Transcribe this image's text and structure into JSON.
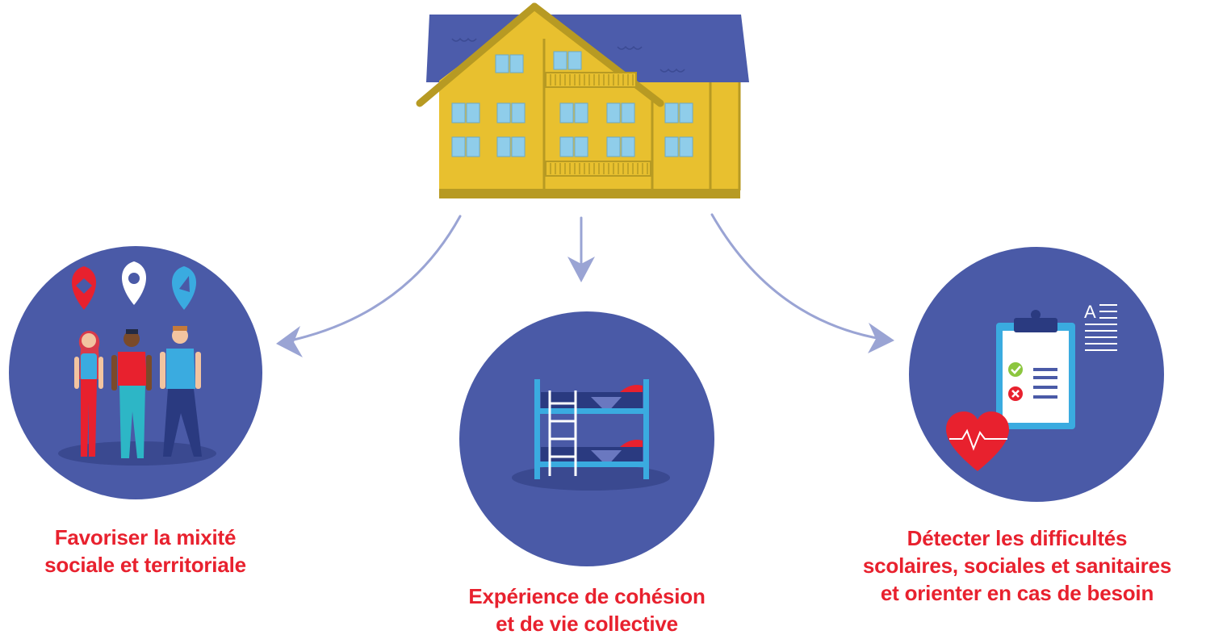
{
  "colors": {
    "accent_red": "#e8212e",
    "circle_blue": "#4a5aa7",
    "arrow_blue": "#9aa4d4",
    "house_yellow": "#e8c02f",
    "house_trim": "#b79a23",
    "roof_blue": "#4c5cab",
    "window_blue": "#8fcdea",
    "light_blue": "#3aabe0"
  },
  "icons": {
    "building": "house-icon",
    "people": "people-walking-icon",
    "location_pins": "map-pin-icon",
    "bunk_bed": "bunk-bed-icon",
    "clipboard": "clipboard-checklist-icon",
    "heart": "heart-pulse-icon",
    "document": "document-text-icon"
  },
  "diagram": {
    "clipboard_doc_letter": "A",
    "branches": [
      {
        "id": "left",
        "lines": [
          "Favoriser la mixité",
          "sociale et territoriale"
        ]
      },
      {
        "id": "center",
        "lines": [
          "Expérience de cohésion",
          "et de vie collective"
        ]
      },
      {
        "id": "right",
        "lines": [
          "Détecter les difficultés",
          "scolaires, sociales et sanitaires",
          "et orienter en cas de besoin"
        ]
      }
    ]
  }
}
